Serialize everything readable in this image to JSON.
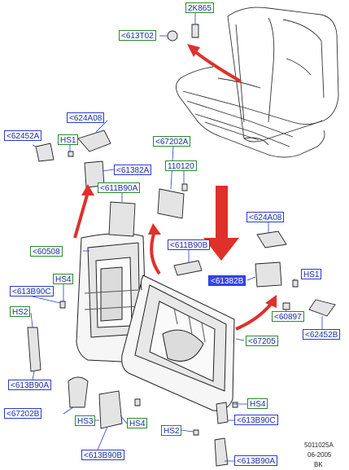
{
  "diagram": {
    "callouts": {
      "c_2k865": "2K865",
      "c_613t02": "<613T02",
      "c_624a08_top": "<624A08",
      "c_62452a_left": "<62452A",
      "c_hs1_left": "HS1",
      "c_61382a": "<61382A",
      "c_67202a": "<67202A",
      "c_110120": "110120",
      "c_611b90a": "<611B90A",
      "c_624a08_right": "<624A08",
      "c_60508": "<60508",
      "c_611b90b": "<611B90B",
      "c_hs4_left": "HS4",
      "c_61382b": "<61382B",
      "c_hs1_right": "HS1",
      "c_613b90c_left": "<613B90C",
      "c_hs2_left": "HS2",
      "c_60897": "<60897",
      "c_62452b": "<62452B",
      "c_67205": "<67205",
      "c_613b90a_left": "<613B90A",
      "c_hs4_right": "HS4",
      "c_67202b": "<67202B",
      "c_hs3": "HS3",
      "c_hs4_bottom": "HS4",
      "c_613b90c_right": "<613B90C",
      "c_hs2_right": "HS2",
      "c_613b90b": "<613B90B",
      "c_613b90a_right": "<613B90A"
    },
    "footer": {
      "code": "5011025A",
      "date": "06-2005",
      "suffix": "BK"
    },
    "colors": {
      "arrow": "#e0302a",
      "callout_blue": "#2b3bd0",
      "callout_green": "#2a8a2a",
      "highlight": "#3844e8"
    }
  }
}
